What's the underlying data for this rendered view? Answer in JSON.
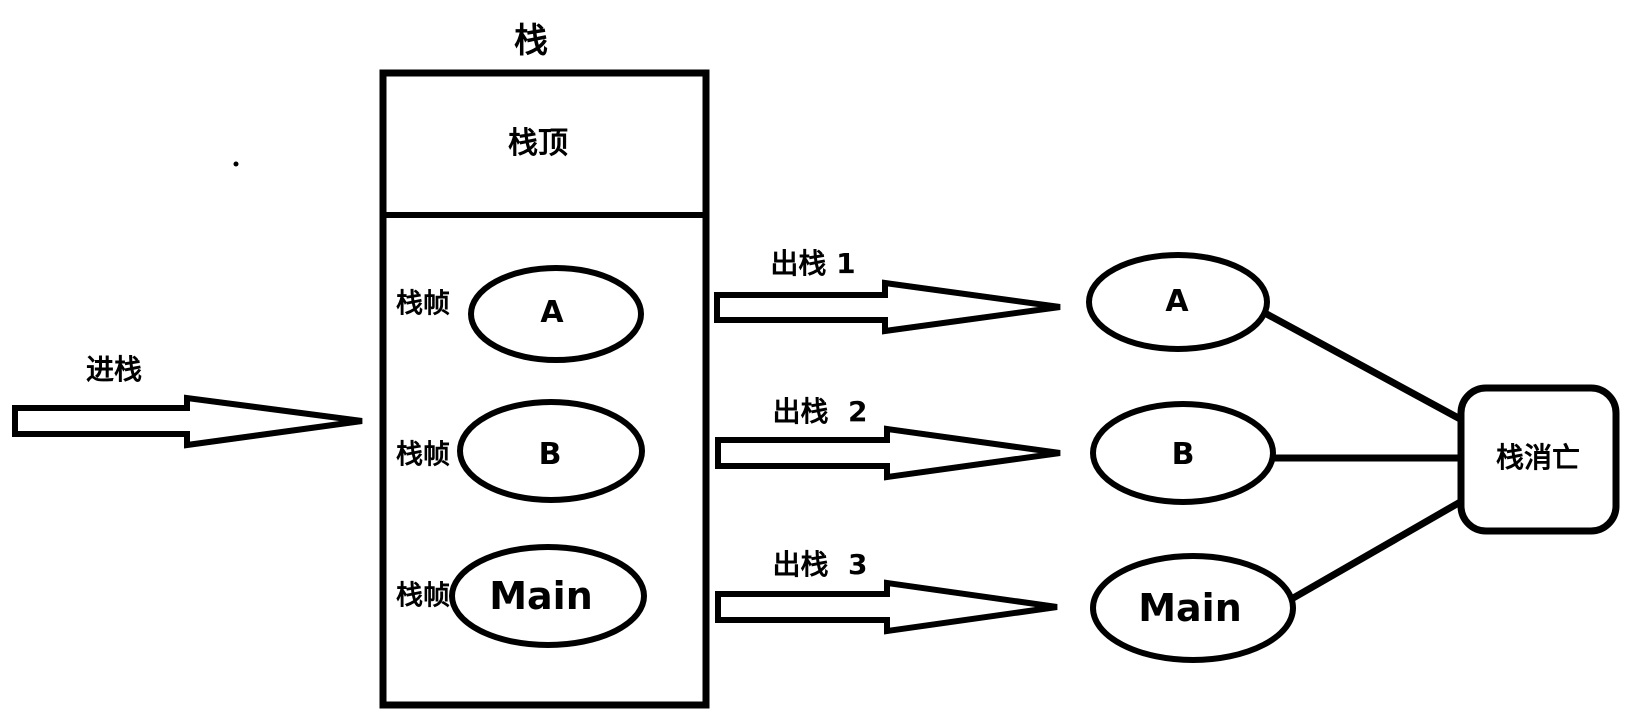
{
  "diagram": {
    "title": "栈",
    "stack": {
      "top_label": "栈顶",
      "frame_caption": "栈帧",
      "frames": [
        {
          "name": "A"
        },
        {
          "name": "B"
        },
        {
          "name": "Main"
        }
      ]
    },
    "push_arrow": {
      "label": "进栈"
    },
    "pop_arrows": [
      {
        "label": "出栈 1"
      },
      {
        "label": "出栈  2"
      },
      {
        "label": "出栈  3"
      }
    ],
    "popped_nodes": [
      {
        "name": "A"
      },
      {
        "name": "B"
      },
      {
        "name": "Main"
      }
    ],
    "sink": {
      "label": "栈消亡"
    },
    "colors": {
      "stroke": "#000000",
      "fill": "#ffffff"
    }
  }
}
